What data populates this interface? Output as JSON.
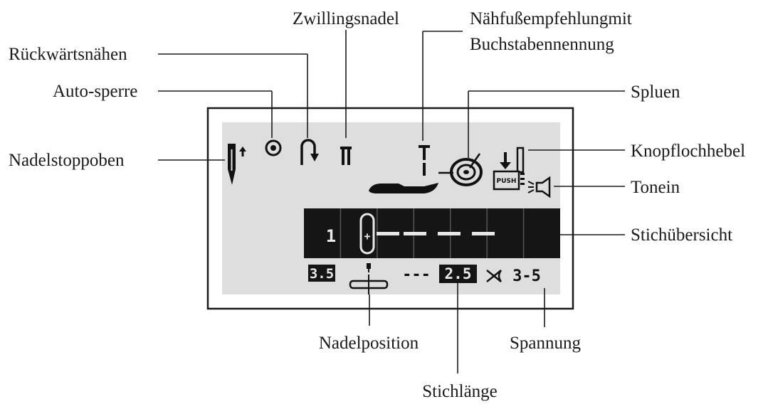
{
  "labels": {
    "zwillingsnadel": "Zwillingsnadel",
    "naehfuss_line1": "Nähfußempfehlungmit",
    "naehfuss_line2": "Buchstabennennung",
    "rueckwaerts": "Rückwärtsnähen",
    "autosperre": "Auto-sperre",
    "spluen": "Spluen",
    "nadelstopp": "Nadelstoppoben",
    "knopfloch": "Knopflochhebel",
    "tonein": "Tonein",
    "stichuebersicht": "Stichübersicht",
    "nadelposition": "Nadelposition",
    "spannung": "Spannung",
    "stichlaenge": "Stichlänge"
  },
  "display": {
    "stitch_number": "1",
    "stitch_width": "3.5",
    "stitch_length": "2.5",
    "tension": "3-5",
    "push_text": "PUSH",
    "stitch_dashes": "---"
  },
  "icons": {
    "needle_stop_up": "needle-stop-up-icon",
    "auto_lock": "auto-lock-icon",
    "reverse": "reverse-sewing-icon",
    "twin_needle": "twin-needle-icon",
    "presser_foot": "presser-foot-icon",
    "bobbin": "bobbin-winding-icon",
    "buttonhole": "buttonhole-lever-icon",
    "sound": "sound-on-icon",
    "needle_position": "needle-position-icon",
    "tension": "tension-icon"
  },
  "colors": {
    "lcd_background": "#dedede",
    "lcd_dark": "#151515",
    "ink": "#111111"
  }
}
